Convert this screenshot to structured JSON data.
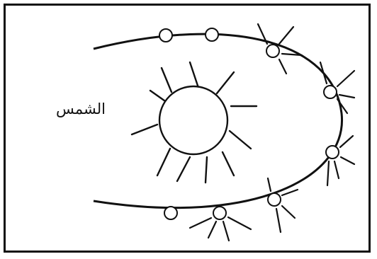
{
  "diagram": {
    "sun_label": "الشمس",
    "ink_color": "#111111",
    "background_color": "#ffffff",
    "planet_count": 8,
    "lit_planets": 5
  }
}
